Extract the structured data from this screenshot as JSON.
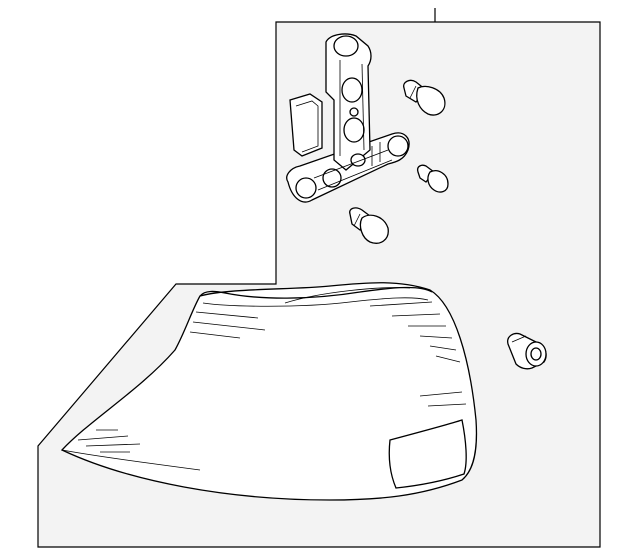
{
  "diagram": {
    "style": "exploded parts line drawing, black on white",
    "background_color": "#ffffff",
    "line_color": "#000000",
    "panel_fill": "#f3f3f3",
    "parts": [
      {
        "name": "tail-lamp-lens-housing"
      },
      {
        "name": "bulb-socket-carrier"
      },
      {
        "name": "bulb-large-upper"
      },
      {
        "name": "bulb-small-middle"
      },
      {
        "name": "bulb-large-lower"
      },
      {
        "name": "mounting-nut"
      }
    ]
  }
}
